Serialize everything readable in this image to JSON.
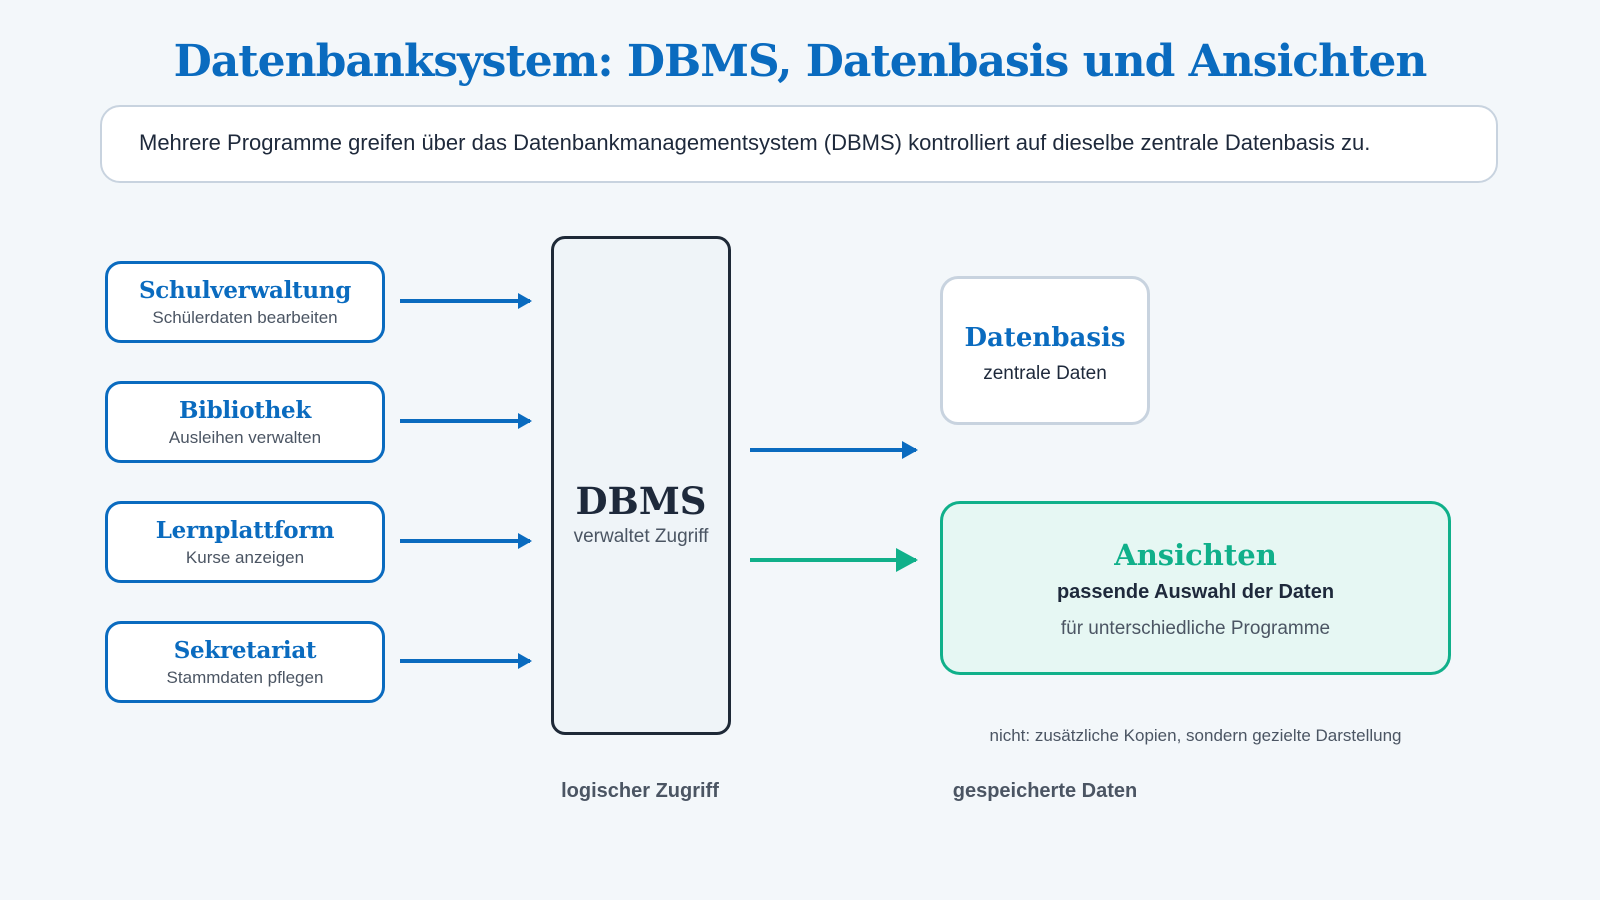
{
  "title": "Datenbanksystem: DBMS, Datenbasis und Ansichten",
  "intro": "Mehrere Programme greifen über das Datenbankmanagementsystem (DBMS) kontrolliert auf dieselbe zentrale Datenbasis zu.",
  "programs": [
    {
      "name": "Schulverwaltung",
      "desc": "Schülerdaten bearbeiten"
    },
    {
      "name": "Bibliothek",
      "desc": "Ausleihen verwalten"
    },
    {
      "name": "Lernplattform",
      "desc": "Kurse anzeigen"
    },
    {
      "name": "Sekretariat",
      "desc": "Stammdaten pflegen"
    }
  ],
  "dbms": {
    "title": "DBMS",
    "subtitle": "verwaltet Zugriff"
  },
  "database": {
    "title": "Datenbasis",
    "subtitle": "zentrale Daten"
  },
  "views": {
    "title": "Ansichten",
    "subtitle": "passende Auswahl der Daten",
    "detail": "für unterschiedliche Programme"
  },
  "note": "nicht: zusätzliche Kopien, sondern gezielte Darstellung",
  "captions": {
    "logical": "logischer Zugriff",
    "stored": "gespeicherte Daten"
  },
  "colors": {
    "primary": "#0a6bbf",
    "accent": "#10b08a",
    "dark": "#1e2937"
  }
}
